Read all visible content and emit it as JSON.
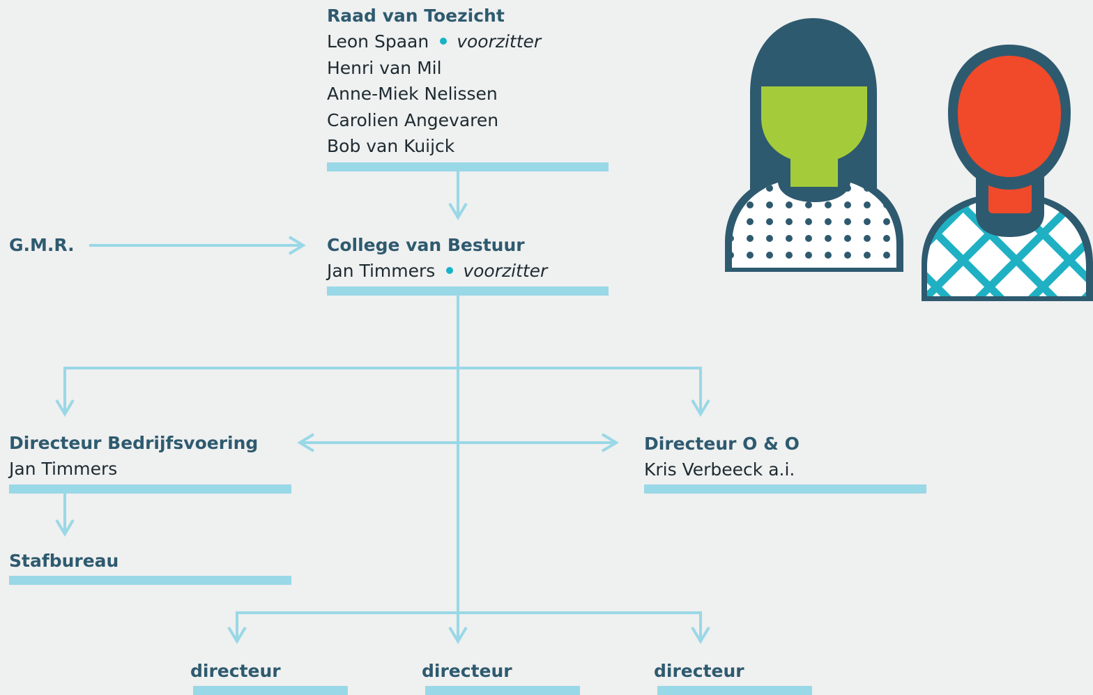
{
  "colors": {
    "background": "#eff0f0",
    "title": "#2e5a6f",
    "text": "#1d2a30",
    "connector": "#99d8e6",
    "bullet": "#17b3c7",
    "person_outline": "#2e5a6f",
    "person_female_face": "#a4cc3a",
    "person_male_face": "#f04a2a",
    "pattern_cross": "#1fb1c3"
  },
  "raad": {
    "title": "Raad van Toezicht",
    "members": [
      {
        "name": "Leon Spaan",
        "role": "voorzitter"
      },
      {
        "name": "Henri van Mil"
      },
      {
        "name": "Anne-Miek Nelissen"
      },
      {
        "name": "Carolien Angevaren"
      },
      {
        "name": "Bob van Kuijck"
      }
    ]
  },
  "gmr": {
    "title": "G.M.R."
  },
  "college": {
    "title": "College van Bestuur",
    "members": [
      {
        "name": "Jan Timmers",
        "role": "voorzitter"
      }
    ]
  },
  "bedrijfsvoering": {
    "title": "Directeur Bedrijfsvoering",
    "name": "Jan Timmers"
  },
  "oeno": {
    "title": "Directeur O & O",
    "name": "Kris Verbeeck a.i."
  },
  "stafbureau": {
    "title": "Stafbureau"
  },
  "directeuren": [
    {
      "title": "directeur"
    },
    {
      "title": "directeur"
    },
    {
      "title": "directeur"
    }
  ],
  "icons": {
    "female": "person-female-icon",
    "male": "person-male-icon"
  }
}
